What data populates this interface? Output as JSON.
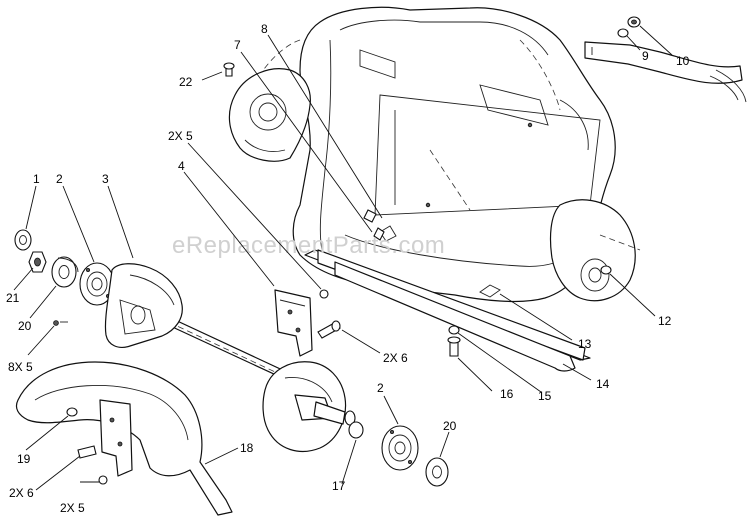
{
  "watermark": "eReplacementParts.com",
  "callouts": [
    {
      "id": "c-1",
      "label": "1"
    },
    {
      "id": "c-2a",
      "label": "2"
    },
    {
      "id": "c-3",
      "label": "3"
    },
    {
      "id": "c-4",
      "label": "4"
    },
    {
      "id": "c-2x5a",
      "label": "2X 5"
    },
    {
      "id": "c-7",
      "label": "7"
    },
    {
      "id": "c-8",
      "label": "8"
    },
    {
      "id": "c-22",
      "label": "22"
    },
    {
      "id": "c-9",
      "label": "9"
    },
    {
      "id": "c-10",
      "label": "10"
    },
    {
      "id": "c-21",
      "label": "21"
    },
    {
      "id": "c-20a",
      "label": "20"
    },
    {
      "id": "c-8x5",
      "label": "8X 5"
    },
    {
      "id": "c-2x6a",
      "label": "2X 6"
    },
    {
      "id": "c-12",
      "label": "12"
    },
    {
      "id": "c-13",
      "label": "13"
    },
    {
      "id": "c-14",
      "label": "14"
    },
    {
      "id": "c-15",
      "label": "15"
    },
    {
      "id": "c-16",
      "label": "16"
    },
    {
      "id": "c-2b",
      "label": "2"
    },
    {
      "id": "c-20b",
      "label": "20"
    },
    {
      "id": "c-17",
      "label": "17"
    },
    {
      "id": "c-18",
      "label": "18"
    },
    {
      "id": "c-19",
      "label": "19"
    },
    {
      "id": "c-2x6b",
      "label": "2X 6"
    },
    {
      "id": "c-2x5b",
      "label": "2X 5"
    }
  ]
}
